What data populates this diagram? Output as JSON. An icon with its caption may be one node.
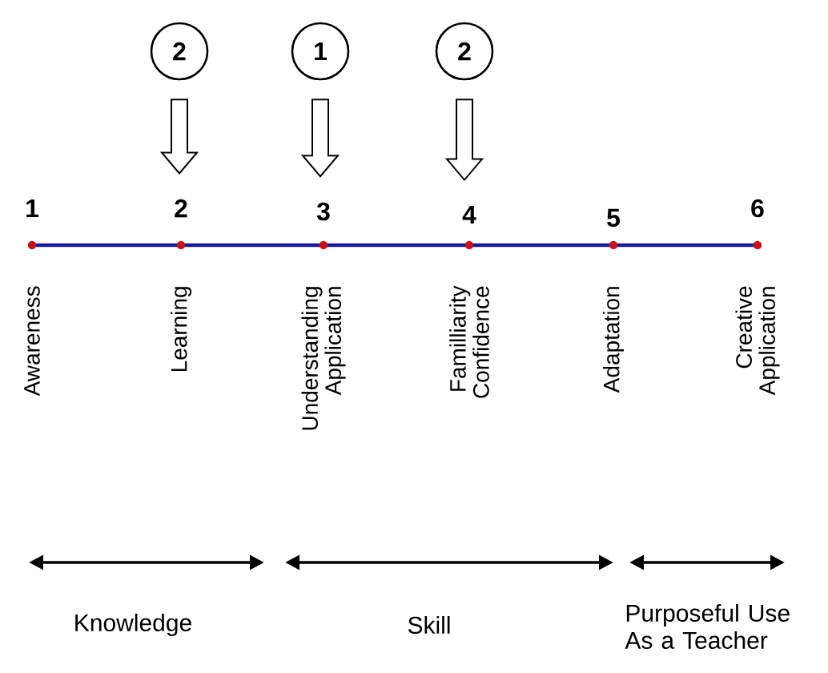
{
  "diagram": {
    "nodes": [
      {
        "text": [
          "2"
        ]
      },
      {
        "text": [
          "1"
        ]
      },
      {
        "text": [
          "2"
        ]
      },
      {
        "text": [
          "1"
        ],
        "beside": [
          "Awareness"
        ]
      },
      {
        "text": [
          "2"
        ],
        "beside": [
          "Learning"
        ]
      },
      {
        "text": [
          "3"
        ],
        "beside": [
          "Understanding Application"
        ]
      },
      {
        "text": [
          "4"
        ],
        "beside": [
          "Familliarity Confidence"
        ]
      },
      {
        "text": [
          "5"
        ],
        "beside": [
          "Adaptation"
        ]
      },
      {
        "text": [
          "6"
        ],
        "beside": [
          "Creative Application"
        ]
      }
    ],
    "edges": [
      {
        "from": 0,
        "to": 4,
        "arrow": "to"
      },
      {
        "from": 1,
        "to": 5,
        "arrow": "to"
      },
      {
        "from": 2,
        "to": 6,
        "arrow": "to"
      }
    ],
    "labels": [
      "Knowledge",
      "Skill",
      "Purposeful Use As a Teacher"
    ]
  }
}
